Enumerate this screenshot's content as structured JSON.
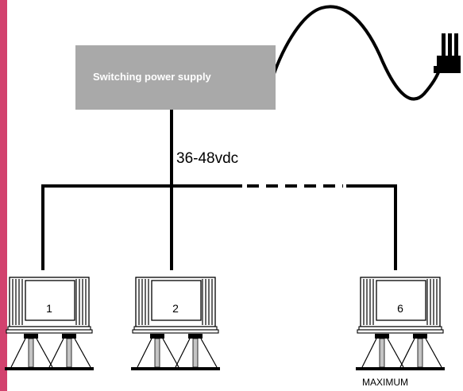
{
  "power_supply": {
    "label": "Switching power supply"
  },
  "bus": {
    "voltage_label": "36-48vdc"
  },
  "units": [
    {
      "label": "1"
    },
    {
      "label": "2"
    },
    {
      "label": "6"
    }
  ],
  "note": "MAXIMUM",
  "colors": {
    "accent_bar": "#d2426e",
    "psu_fill": "#a9a9a9"
  }
}
